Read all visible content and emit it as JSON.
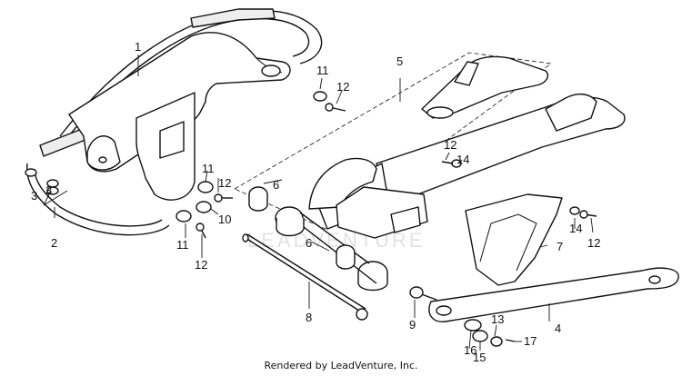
{
  "watermark": "LEADVENTURE",
  "footer": "Rendered by LeadVenture, Inc.",
  "callouts": {
    "c1": "1",
    "c2": "2",
    "c3": "3",
    "c3b": "3",
    "c4": "4",
    "c5": "5",
    "c6a": "6",
    "c6b": "6",
    "c7": "7",
    "c8": "8",
    "c9": "9",
    "c10": "10",
    "c11a": "11",
    "c11b": "11",
    "c11c": "11",
    "c12a": "12",
    "c12b": "12",
    "c12c": "12",
    "c12d": "12",
    "c12e": "12",
    "c13": "13",
    "c14a": "14",
    "c14b": "14",
    "c15": "15",
    "c16": "16",
    "c17": "17"
  }
}
